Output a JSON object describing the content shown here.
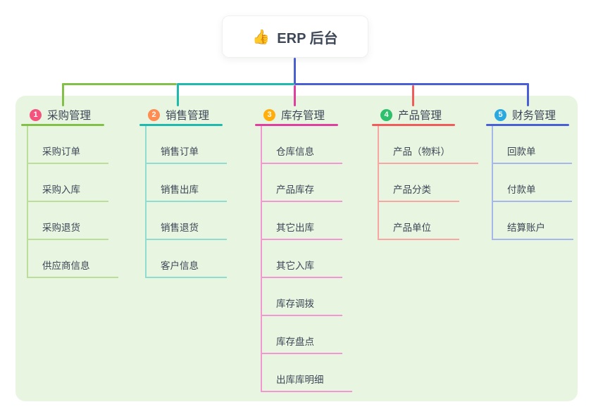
{
  "root": {
    "icon": "👍",
    "title": "ERP 后台"
  },
  "branches": [
    {
      "number": "1",
      "label": "采购管理",
      "badge_color": "#f4537e",
      "line_color": "#82c04a",
      "sub_line_color": "#bbdf9b",
      "items": [
        "采购订单",
        "采购入库",
        "采购退货",
        "供应商信息"
      ]
    },
    {
      "number": "2",
      "label": "销售管理",
      "badge_color": "#ff8c50",
      "line_color": "#1fb9ae",
      "sub_line_color": "#90dcd0",
      "items": [
        "销售订单",
        "销售出库",
        "销售退货",
        "客户信息"
      ]
    },
    {
      "number": "3",
      "label": "库存管理",
      "badge_color": "#ffae0c",
      "line_color": "#e13f9f",
      "sub_line_color": "#f297d2",
      "items": [
        "仓库信息",
        "产品库存",
        "其它出库",
        "其它入库",
        "库存调拨",
        "库存盘点",
        "出库库明细"
      ]
    },
    {
      "number": "4",
      "label": "产品管理",
      "badge_color": "#2ec06c",
      "line_color": "#f15b5b",
      "sub_line_color": "#f7a6a3",
      "items": [
        "产品（物料）",
        "产品分类",
        "产品单位"
      ]
    },
    {
      "number": "5",
      "label": "财务管理",
      "badge_color": "#2aa8e0",
      "line_color": "#4a5fd6",
      "sub_line_color": "#a8b7e9",
      "items": [
        "回款单",
        "付款单",
        "结算账户"
      ]
    }
  ],
  "colors": {
    "canvas_bg": "#ffffff",
    "panel_bg": "#e8f5e1",
    "root_line": "#4a5fd0",
    "text": "#3d4757"
  }
}
